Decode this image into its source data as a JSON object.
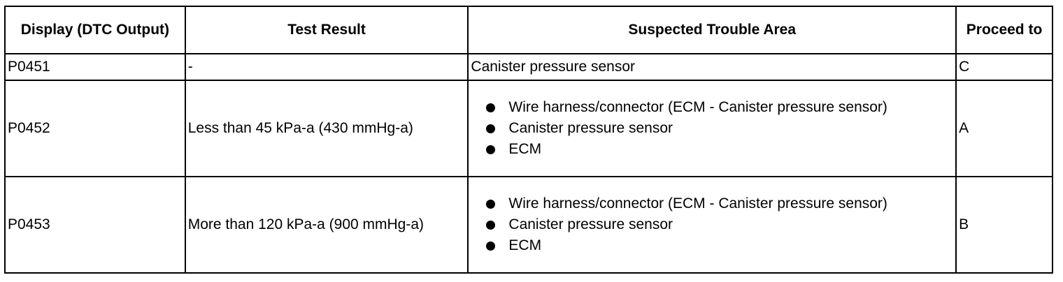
{
  "table": {
    "headers": [
      "Display (DTC Output)",
      "Test Result",
      "Suspected Trouble Area",
      "Proceed to"
    ],
    "rows": [
      {
        "display": "P0451",
        "test_result": "-",
        "trouble_area": "Canister pressure sensor",
        "proceed": "C"
      },
      {
        "display": "P0452",
        "test_result": "Less than 45 kPa-a (430 mmHg-a)",
        "trouble_areas": [
          "Wire harness/connector (ECM - Canister pressure sensor)",
          "Canister pressure sensor",
          "ECM"
        ],
        "proceed": "A"
      },
      {
        "display": "P0453",
        "test_result": "More than 120 kPa-a (900 mmHg-a)",
        "trouble_areas": [
          "Wire harness/connector (ECM - Canister pressure sensor)",
          "Canister pressure sensor",
          "ECM"
        ],
        "proceed": "B"
      }
    ]
  }
}
